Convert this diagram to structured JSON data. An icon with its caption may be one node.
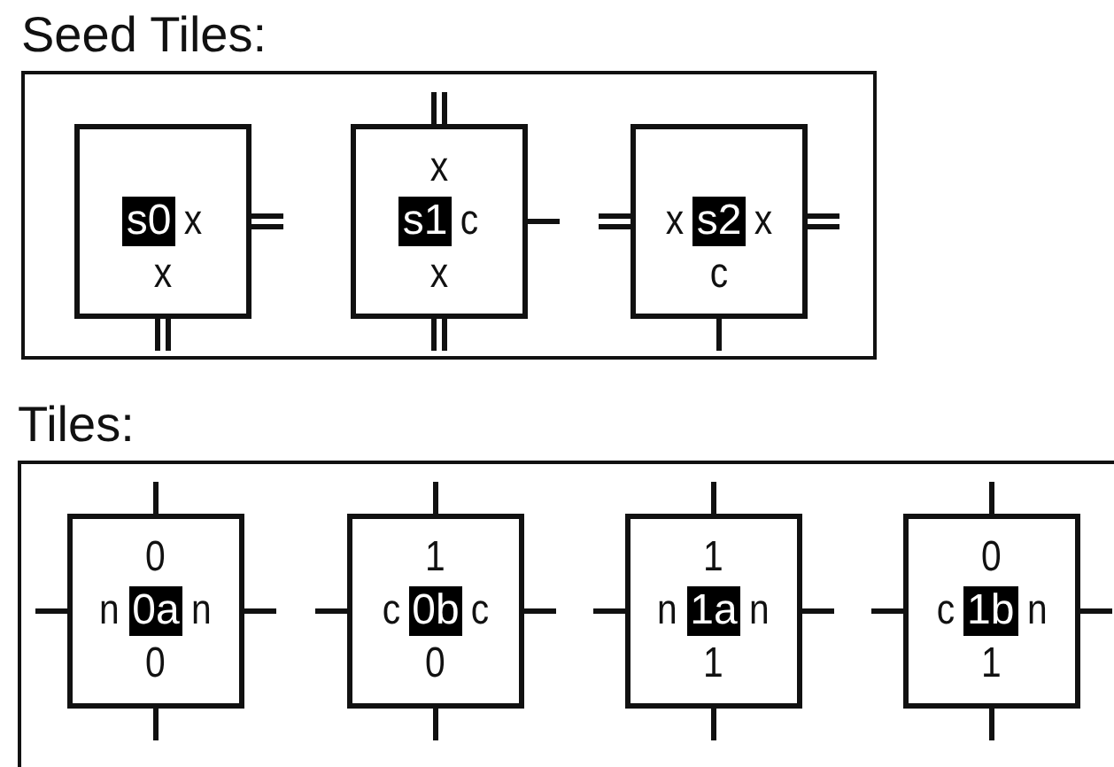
{
  "diagram": {
    "nodes": [
      {
        "text": [
          "Seed Tiles:"
        ]
      },
      {
        "text": [
          "s0",
          "x",
          "x"
        ],
        "in": 0
      },
      {
        "text": [
          "x",
          "s1",
          "c",
          "x"
        ],
        "in": 0
      },
      {
        "text": [
          "x",
          "s2",
          "x",
          "c"
        ],
        "in": 0
      },
      {
        "text": [
          "Tiles:"
        ]
      },
      {
        "text": [
          "0",
          "n",
          "0a",
          "n",
          "0"
        ],
        "in": 4
      },
      {
        "text": [
          "1",
          "c",
          "0b",
          "c",
          "0"
        ],
        "in": 4
      },
      {
        "text": [
          "1",
          "n",
          "1a",
          "n",
          "1"
        ],
        "in": 4
      },
      {
        "text": [
          "0",
          "c",
          "1b",
          "n",
          "1"
        ],
        "in": 4
      }
    ]
  }
}
